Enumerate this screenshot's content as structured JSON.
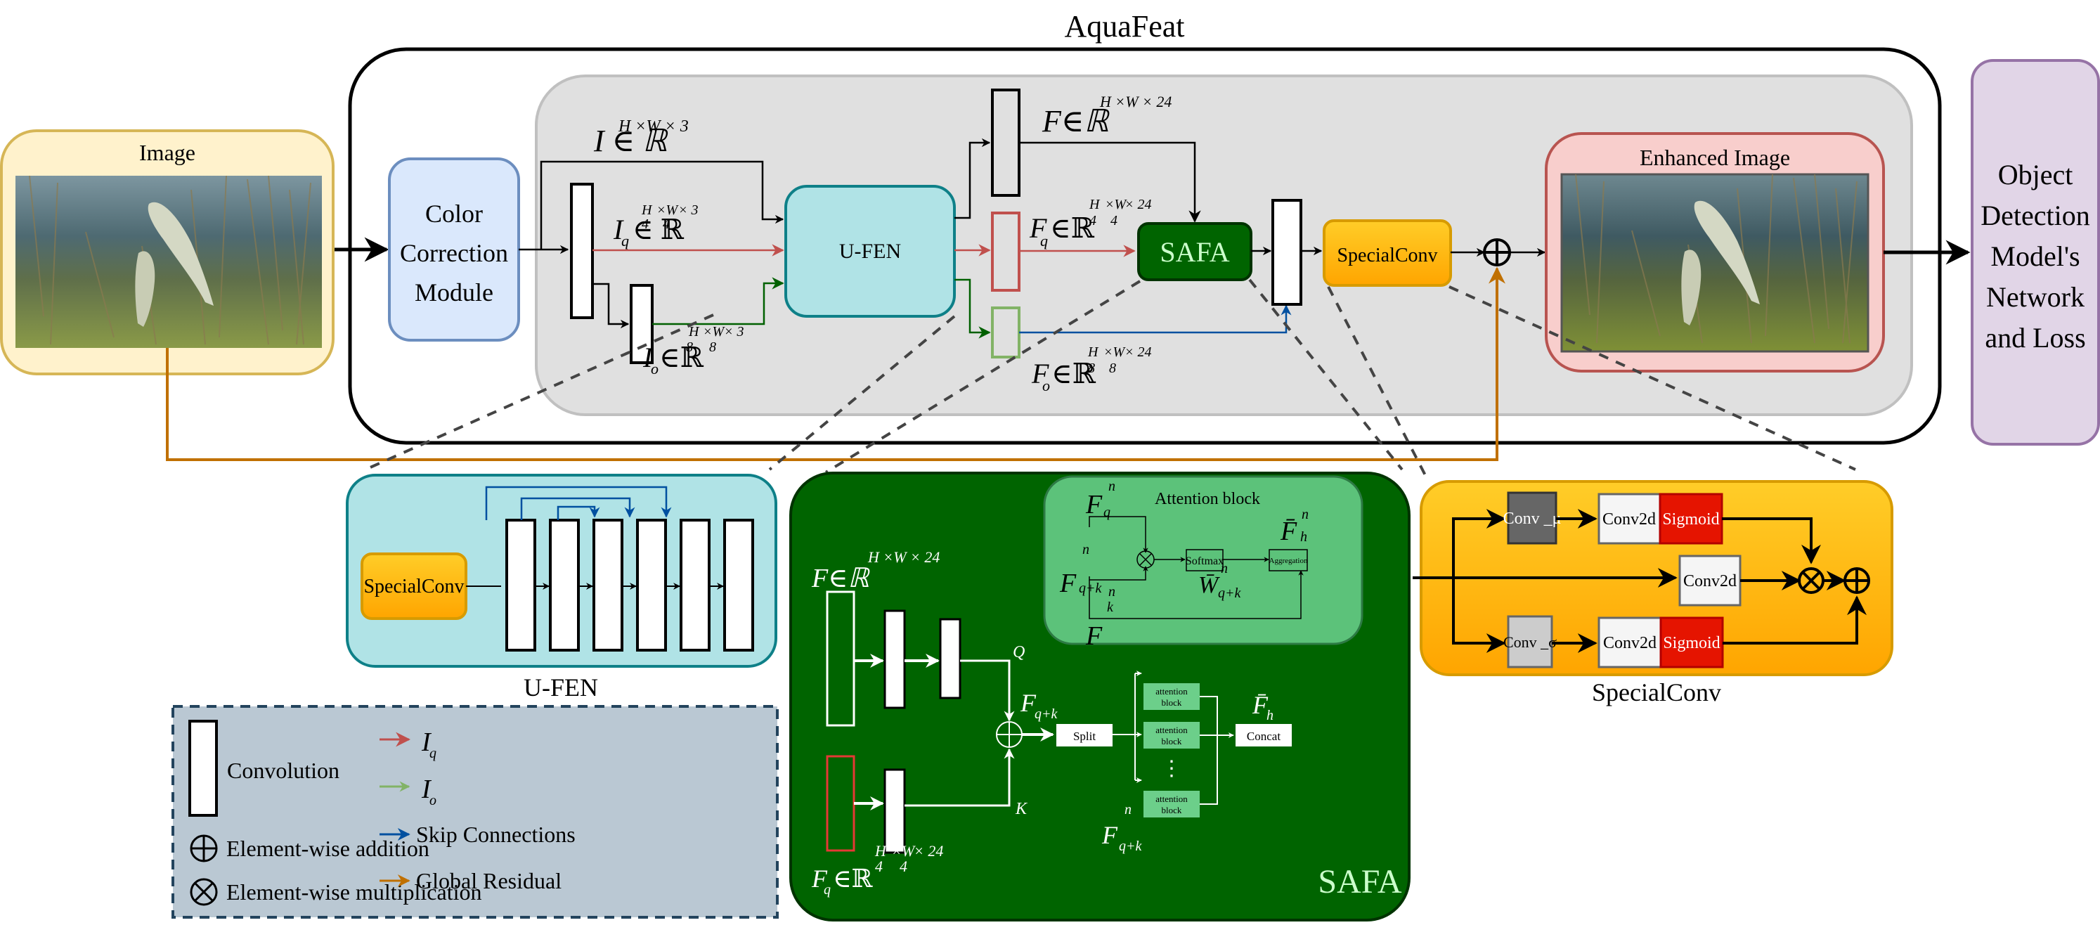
{
  "title": "AquaFeat",
  "input": {
    "label": "Image",
    "photo_alt": "underwater photo of two fish among reeds"
  },
  "color_correction": {
    "lines": [
      "Color",
      "Correction",
      "Module"
    ]
  },
  "main": {
    "ufen_label": "U-FEN",
    "safa_label": "SAFA",
    "specialconv_label": "SpecialConv",
    "enhanced_label": "Enhanced Image",
    "math": {
      "I": {
        "base": "I ∈ ℝ",
        "sup": "H ×W × 3"
      },
      "Iq": {
        "base": "I",
        "sub": "q",
        "rest": "∈ ℝ",
        "sup_num1": "H",
        "sup_den1": "4",
        "sup_num2": "×W",
        "sup_den2": "4",
        "sup_tail": "× 3"
      },
      "Io": {
        "base": "I",
        "sub": "o",
        "rest": "∈ℝ",
        "sup_num1": "H",
        "sup_den1": "8",
        "sup_num2": "×W",
        "sup_den2": "8",
        "sup_tail": "× 3"
      },
      "F": {
        "base": "F∈ℝ",
        "sup": "H ×W × 24"
      },
      "Fq": {
        "base": "F",
        "sub": "q",
        "rest": "∈ℝ",
        "sup_num1": "H",
        "sup_den1": "4",
        "sup_num2": "×W",
        "sup_den2": "4",
        "sup_tail": "× 24"
      },
      "Fo": {
        "base": "F",
        "sub": "o",
        "rest": "∈ℝ",
        "sup_num1": "H",
        "sup_den1": "8",
        "sup_num2": "×W",
        "sup_den2": "8",
        "sup_tail": "× 24"
      }
    }
  },
  "output": {
    "lines": [
      "Object",
      "Detection",
      "Model's",
      "Network",
      "and Loss"
    ]
  },
  "ufen_detail": {
    "caption": "U-FEN",
    "specialconv_label": "SpecialConv",
    "conv_blocks": 6
  },
  "safa_detail": {
    "title": "SAFA",
    "attention_block": {
      "title": "Attention block",
      "Fq_n": {
        "base": "F",
        "sup": "n",
        "sub": "q"
      },
      "Fqk_n": {
        "base": "F",
        "sup": "n",
        "sub": "q+k"
      },
      "Fk_n": {
        "base": "F",
        "sup": "n",
        "sub": "k"
      },
      "Fh_n": {
        "base": "F̄",
        "sup": "n",
        "sub": "h"
      },
      "Wqk_n": {
        "base": "W̄",
        "sup": "n",
        "sub": "q+k"
      },
      "softmax": "Softmax",
      "aggregation": "Aggregation"
    },
    "F": {
      "base": "F∈ℝ",
      "sup": "H ×W × 24"
    },
    "Fq": {
      "base": "F",
      "sub": "q",
      "rest": "∈ℝ",
      "sup_num1": "H",
      "sup_den1": "4",
      "sup_num2": "×W",
      "sup_den2": "4",
      "sup_tail": "× 24"
    },
    "Q": "Q",
    "K": "K",
    "Fqk": {
      "base": "F",
      "sub": "q+k"
    },
    "Fh": {
      "base": "F̄",
      "sub": "h"
    },
    "Fqk_n": {
      "base": "F",
      "sup": "n",
      "sub": "q+k"
    },
    "split": "Split",
    "concat": "Concat",
    "attn_block_label": [
      "attention",
      "block"
    ],
    "ellipsis": "⋮"
  },
  "specialconv_detail": {
    "caption": "SpecialConv",
    "conv_mu": "Conv _μ",
    "conv_sigma": "Conv _σ",
    "conv2d": "Conv2d",
    "sigmoid": "Sigmoid"
  },
  "legend": {
    "convolution": "Convolution",
    "addition": "Element-wise addition",
    "multiplication": "Element-wise multiplication",
    "iq": {
      "base": "I",
      "sub": "q"
    },
    "io": {
      "base": "I",
      "sub": "o"
    },
    "skip": "Skip Connections",
    "residual": "Global Residual"
  },
  "colors": {
    "iq_arrow": "#c0504d",
    "io_arrow": "#006000",
    "io_legend": "#82b366",
    "skip_arrow": "#0050a0",
    "residual_arrow": "#c07000",
    "safa_green": "#006400",
    "attention_green": "#5cc27a",
    "specialconv_orange": "#ffb30f",
    "sigmoid_red": "#e51400",
    "ufen_cyan": "#b0e3e6",
    "color_correction_blue": "#dae8fc",
    "image_yellow": "#fff2cc",
    "enhanced_pink": "#f8cecc",
    "output_purple": "#e1d5e7",
    "legend_bg": "#bac8d3"
  }
}
